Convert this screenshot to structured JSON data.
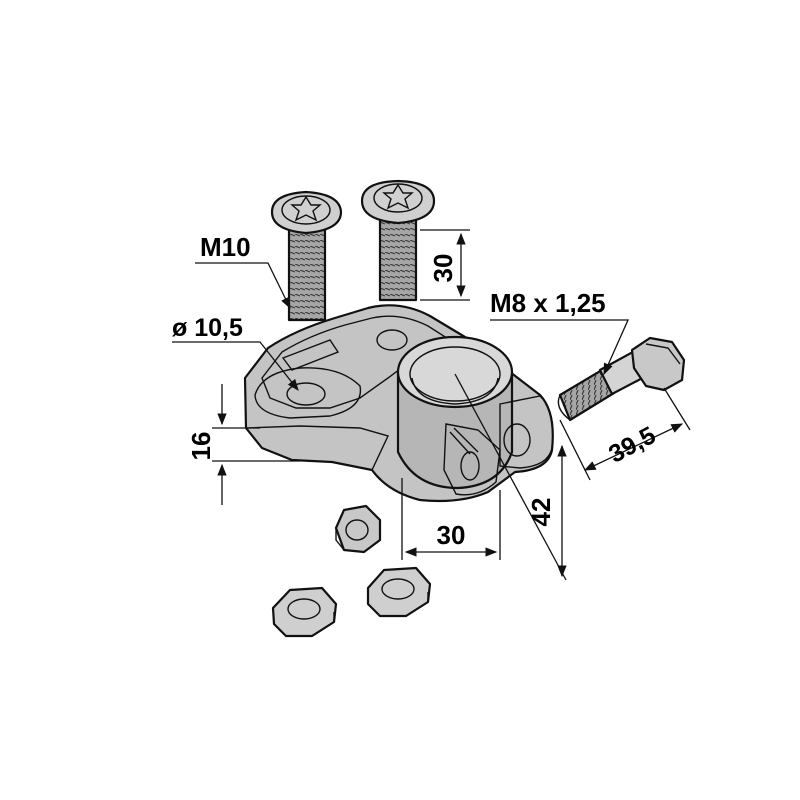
{
  "figure": {
    "labels": {
      "thread_m10": "M10",
      "bolt_length_30": "30",
      "hole_diameter": "ø 10,5",
      "thread_m8": "M8 x 1,25",
      "bolt_length_39_5": "39,5",
      "height_16": "16",
      "width_30": "30",
      "height_42": "42"
    },
    "colors": {
      "metal_light": "#d6d6d6",
      "metal_mid": "#b4b4b4",
      "metal_dark": "#8e8e8e",
      "outline": "#111111",
      "background": "#ffffff"
    },
    "icons": {
      "torx_bolt_left": "torx-bolt-icon",
      "torx_bolt_right": "torx-bolt-icon",
      "hex_bolt": "hex-bolt-icon",
      "nut_small": "hex-nut-icon",
      "nut_left": "hex-nut-icon",
      "nut_right": "hex-nut-icon"
    }
  }
}
